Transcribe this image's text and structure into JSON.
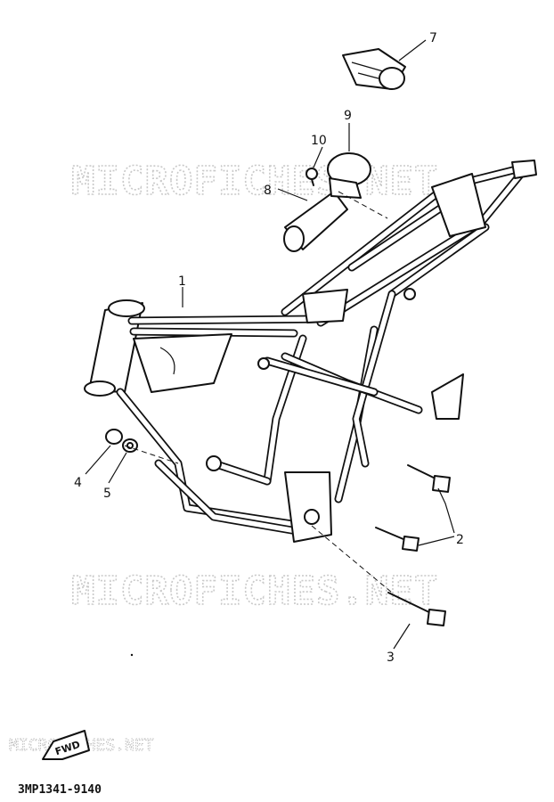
{
  "watermarks": {
    "top": "MICROFICHES.NET",
    "bottom": "MICROFICHES.NET",
    "footer": "MICROFICHES.NET"
  },
  "fwd_label": "FWD",
  "part_code": "3MP1341-9140",
  "callouts": [
    "1",
    "2",
    "3",
    "4",
    "5",
    "7",
    "8",
    "9",
    "10"
  ]
}
